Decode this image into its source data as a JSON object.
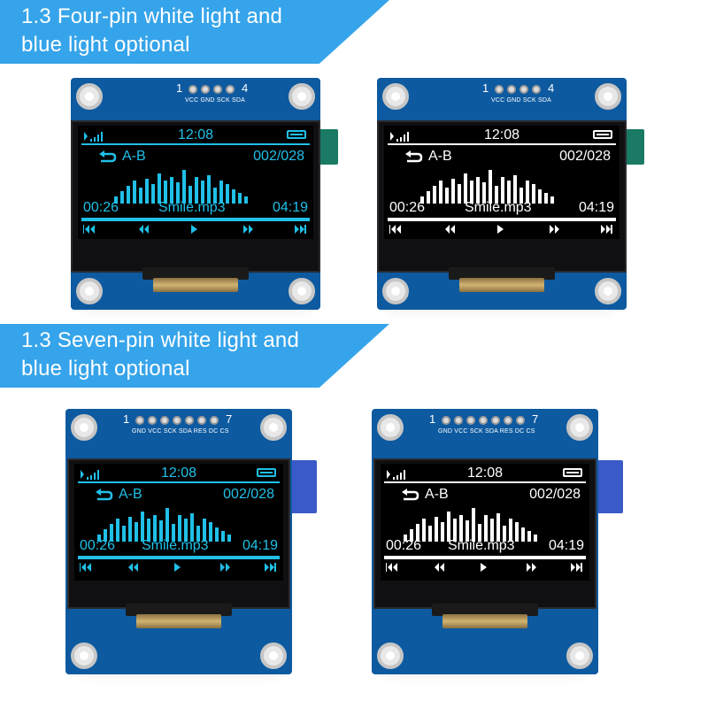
{
  "banners": {
    "top": {
      "line1": "1.3 Four-pin white light and",
      "line2": "blue light optional"
    },
    "bottom": {
      "line1": "1.3 Seven-pin white light and",
      "line2": "blue light optional"
    }
  },
  "colors": {
    "banner": "#36a4ea",
    "pcb": "#0d5aa0",
    "blue_oled": "#20c0e8",
    "white_oled": "#ffffff",
    "flex_green": "#1a7a64",
    "flex_blue": "#3a5ac8"
  },
  "modules": {
    "four_pin": {
      "pin_first": "1",
      "pin_last": "4",
      "pin_labels": "VCC GND SCK SDA"
    },
    "seven_pin": {
      "pin_first": "1",
      "pin_last": "7",
      "pin_labels": "GND VCC SCK SDA RES DC CS"
    }
  },
  "screen": {
    "time": "12:08",
    "mode": "A-B",
    "track_index": "002/028",
    "elapsed": "00:26",
    "filename": "Smile.mp3",
    "duration": "04:19"
  },
  "spectrum": [
    8,
    14,
    20,
    26,
    18,
    28,
    22,
    34,
    26,
    30,
    24,
    38,
    20,
    30,
    26,
    32,
    18,
    26,
    22,
    16,
    12,
    8
  ]
}
